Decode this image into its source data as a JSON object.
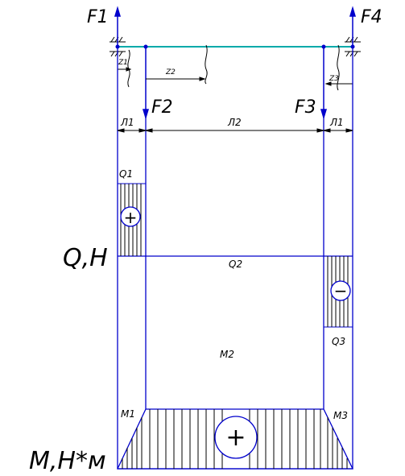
{
  "forces": {
    "f1": "F1",
    "f2": "F2",
    "f3": "F3",
    "f4": "F4"
  },
  "coords": {
    "z1": "Z1",
    "z2": "Z2",
    "z3": "Z3"
  },
  "lengths": {
    "left": "Л1",
    "middle": "Л2",
    "right": "Л1"
  },
  "shear": {
    "axis_label": "Q,H",
    "q1": "Q1",
    "q2": "Q2",
    "q3": "Q3"
  },
  "moment": {
    "axis_label": "M,H*м",
    "m1": "M1",
    "m2": "M2",
    "m3": "M3"
  },
  "signs": {
    "plus": "+",
    "minus": "−"
  },
  "colors": {
    "line": "#0000cc",
    "beam": "#00aaaa",
    "ink": "#000000"
  }
}
